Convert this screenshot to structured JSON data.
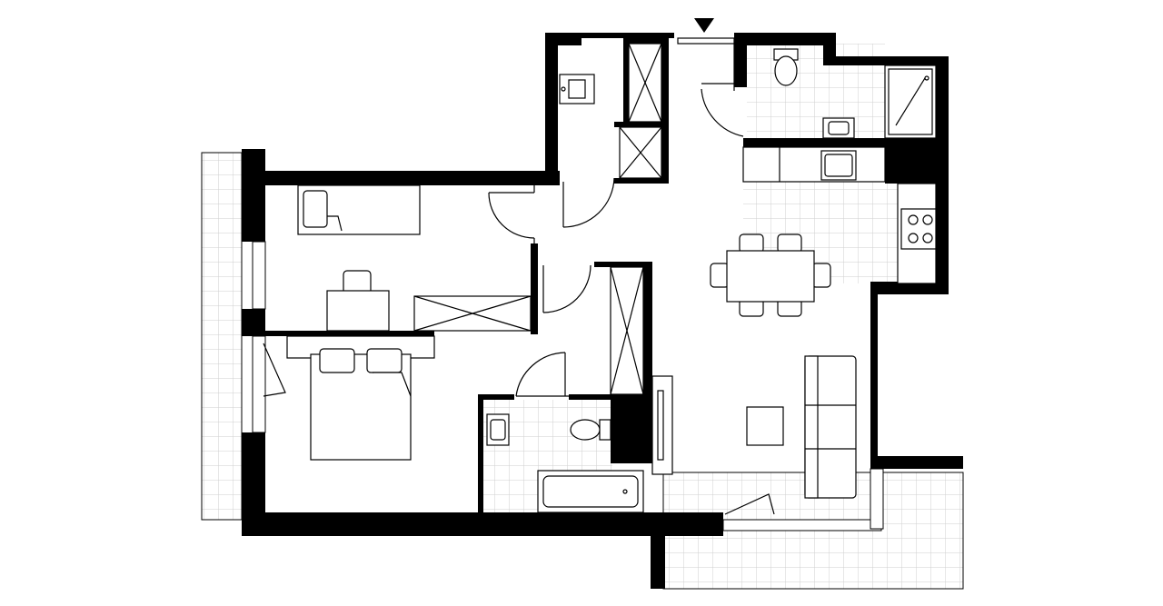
{
  "plan": {
    "background_color": "#ffffff",
    "wall_color": "#000000",
    "line_color": "#000000",
    "tile_grid_color": "#cfcfcf"
  },
  "entrance": {
    "marker": "entrance-arrow-icon"
  },
  "rooms": [
    {
      "name": "bedroom-1",
      "floor": "plain"
    },
    {
      "name": "bedroom-2",
      "floor": "plain"
    },
    {
      "name": "corridor",
      "floor": "plain"
    },
    {
      "name": "bathroom-1",
      "floor": "tiled"
    },
    {
      "name": "bathroom-2",
      "floor": "tiled"
    },
    {
      "name": "kitchen",
      "floor": "tiled"
    },
    {
      "name": "living-room",
      "floor": "plain"
    },
    {
      "name": "balcony-1",
      "floor": "tiled"
    },
    {
      "name": "balcony-2",
      "floor": "tiled"
    }
  ]
}
